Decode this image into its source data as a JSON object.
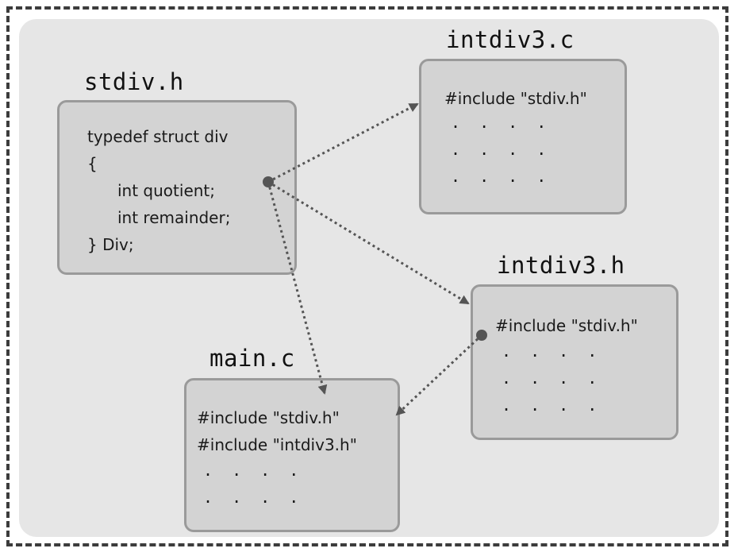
{
  "colors": {
    "frame_border": "#3c3c3c",
    "panel": "#e6e6e6",
    "box_fill": "#d3d3d3",
    "box_border": "#9a9a9a",
    "arrow": "#555555"
  },
  "files": {
    "stdiv_h": {
      "title": "stdiv.h",
      "lines": [
        "typedef struct div",
        "{",
        "int quotient;",
        "int remainder;",
        "} Div;"
      ]
    },
    "intdiv3_c": {
      "title": "intdiv3.c",
      "include": "#include \"stdiv.h\"",
      "dots": [
        ". . . .",
        ". . . .",
        ". . . ."
      ]
    },
    "intdiv3_h": {
      "title": "intdiv3.h",
      "include": "#include \"stdiv.h\"",
      "dots": [
        ". . . .",
        ". . . .",
        ". . . ."
      ]
    },
    "main_c": {
      "title": "main.c",
      "includes": [
        "#include \"stdiv.h\"",
        "#include \"intdiv3.h\""
      ],
      "dots": [
        ". . . .",
        ". . . ."
      ]
    }
  },
  "connections": [
    {
      "from": "stdiv.h",
      "to": "intdiv3.c",
      "style": "dotted-arrow"
    },
    {
      "from": "stdiv.h",
      "to": "intdiv3.h",
      "style": "dotted-arrow"
    },
    {
      "from": "stdiv.h",
      "to": "main.c",
      "style": "dotted-arrow"
    },
    {
      "from": "intdiv3.h",
      "to": "main.c",
      "style": "dotted-arrow"
    }
  ]
}
